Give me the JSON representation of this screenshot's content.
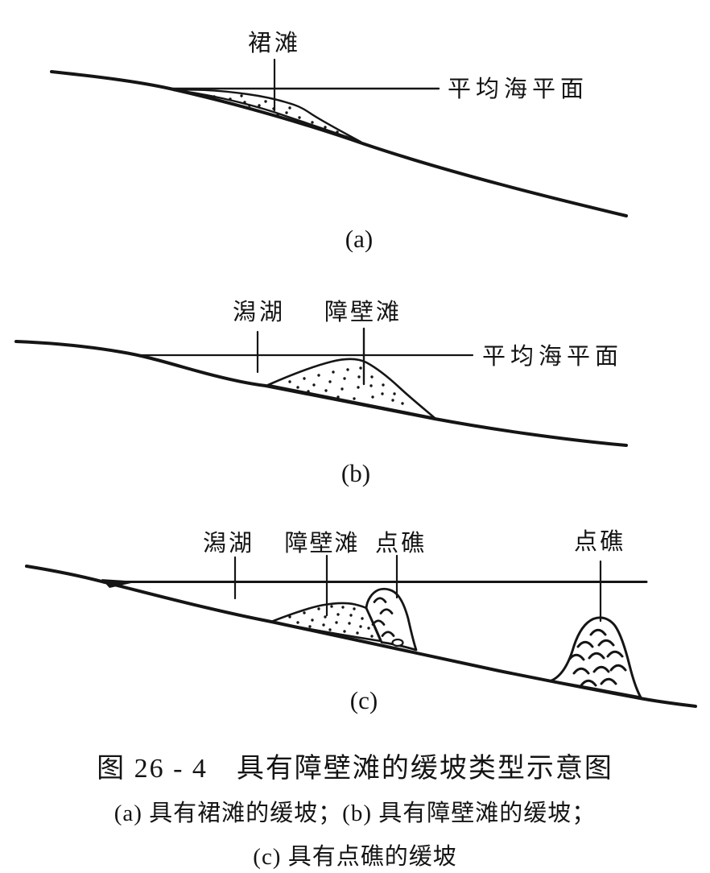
{
  "figure": {
    "title": "图 26 - 4　具有障壁滩的缓坡类型示意图",
    "subcaption_line1": "(a) 具有裙滩的缓坡；(b) 具有障壁滩的缓坡；",
    "subcaption_line2": "(c) 具有点礁的缓坡"
  },
  "panel_a": {
    "caption": "(a)",
    "beach_label": "裙滩",
    "sea_level_label": "平均海平面"
  },
  "panel_b": {
    "caption": "(b)",
    "lagoon_label": "潟湖",
    "barrier_label": "障壁滩",
    "sea_level_label": "平均海平面"
  },
  "panel_c": {
    "caption": "(c)",
    "lagoon_label": "潟湖",
    "barrier_label": "障壁滩",
    "reef_label_1": "点礁",
    "reef_label_2": "点礁"
  },
  "colors": {
    "ink": "#151515",
    "paper": "#ffffff"
  }
}
